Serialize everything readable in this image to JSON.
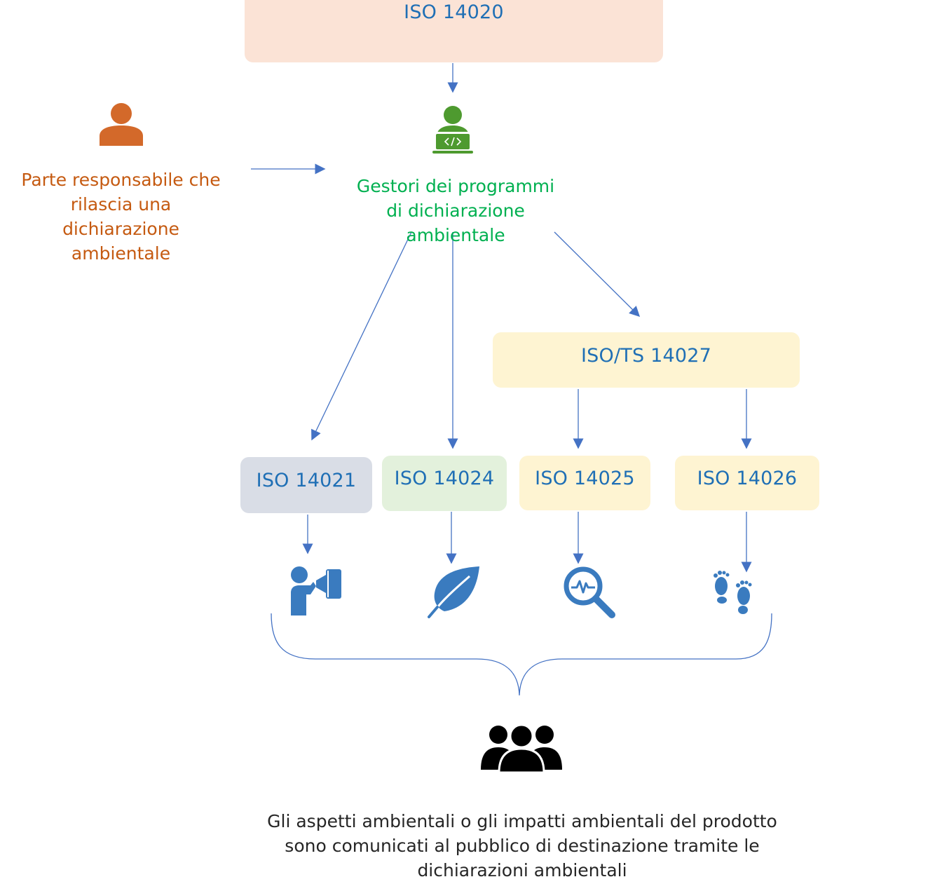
{
  "boxes": {
    "iso14020": "ISO 14020",
    "iso_ts14027": "ISO/TS 14027",
    "iso14021": "ISO 14021",
    "iso14024": "ISO 14024",
    "iso14025": "ISO 14025",
    "iso14026": "ISO 14026"
  },
  "labels": {
    "responsible_party": "Parte responsabile che rilascia una dichiarazione ambientale",
    "program_operators": "Gestori dei programmi di dichiarazione ambientale",
    "conclusion": "Gli aspetti ambientali o gli impatti ambientali del prodotto sono comunicati al pubblico di destinazione tramite le dichiarazioni ambientali"
  },
  "colors": {
    "iso14020_fill": "#fbe3d6",
    "iso_ts14027_fill": "#fef4d2",
    "iso14021_fill": "#d9dde6",
    "iso14024_fill": "#e3f1dc",
    "iso14025_fill": "#fef4d2",
    "iso14026_fill": "#fef4d2",
    "box_text": "#1f6fb5",
    "arrow": "#4472c4",
    "orange": "#c55a11",
    "green": "#00b050",
    "green_icon": "#4e9a2f",
    "blue_icon": "#3a7bbf"
  },
  "icons": {
    "responsible_party": "person-icon",
    "program_operators": "developer-laptop-icon",
    "iso14021": "megaphone-speaker-icon",
    "iso14024": "leaf-icon",
    "iso14025": "magnifier-analysis-icon",
    "iso14026": "footprints-icon",
    "audience": "group-people-icon"
  }
}
